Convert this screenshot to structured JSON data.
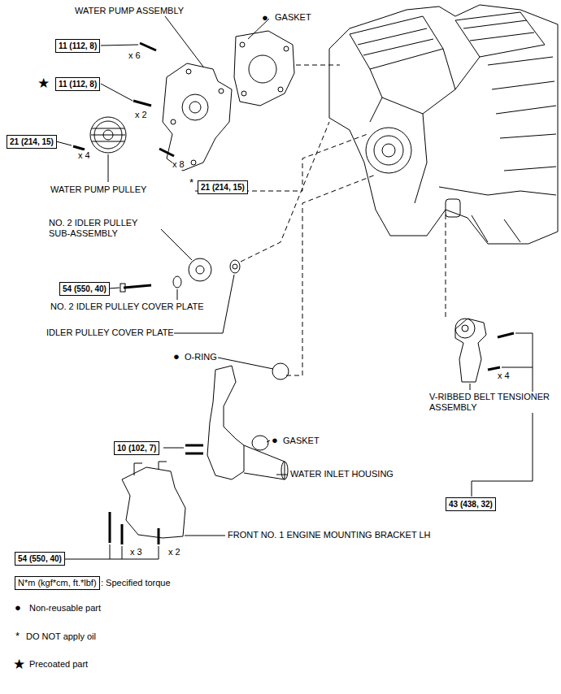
{
  "diagram": {
    "nodes": [
      {
        "text": [
          "11 (112, 8)"
        ]
      },
      {
        "text": [
          "11 (112, 8)"
        ]
      },
      {
        "text": [
          "21 (214, 15)"
        ]
      },
      {
        "text": [
          "21 (214, 15)"
        ]
      },
      {
        "text": [
          "54 (550, 40)"
        ]
      },
      {
        "text": [
          "10 (102, 7)"
        ]
      },
      {
        "text": [
          "43 (438, 32)"
        ]
      },
      {
        "text": [
          "54 (550, 40)"
        ]
      },
      {
        "text": [
          "N*m (kgf*cm, ft.*lbf)"
        ]
      }
    ],
    "labels": [
      "WATER PUMP ASSEMBLY",
      "●",
      "GASKET",
      "x 6",
      "★",
      "x 2",
      "x 4",
      "WATER PUMP PULLEY",
      "x 8",
      "*",
      "NO. 2 IDLER PULLEY SUB-ASSEMBLY",
      "NO. 2 IDLER PULLEY COVER PLATE",
      "IDLER PULLEY COVER PLATE",
      "●",
      "O-RING",
      "V-RIBBED BELT TENSIONER ASSEMBLY",
      "x 4",
      "●",
      "GASKET",
      "WATER INLET HOUSING",
      "x 3",
      "x 2",
      "FRONT NO. 1 ENGINE MOUNTING BRACKET LH",
      "●",
      "*",
      "★"
    ],
    "legend": [
      {
        "text": ": Specified torque"
      },
      {
        "text": "Non-reusable part"
      },
      {
        "text": "DO NOT apply oil"
      },
      {
        "text": "Precoated part"
      }
    ]
  }
}
